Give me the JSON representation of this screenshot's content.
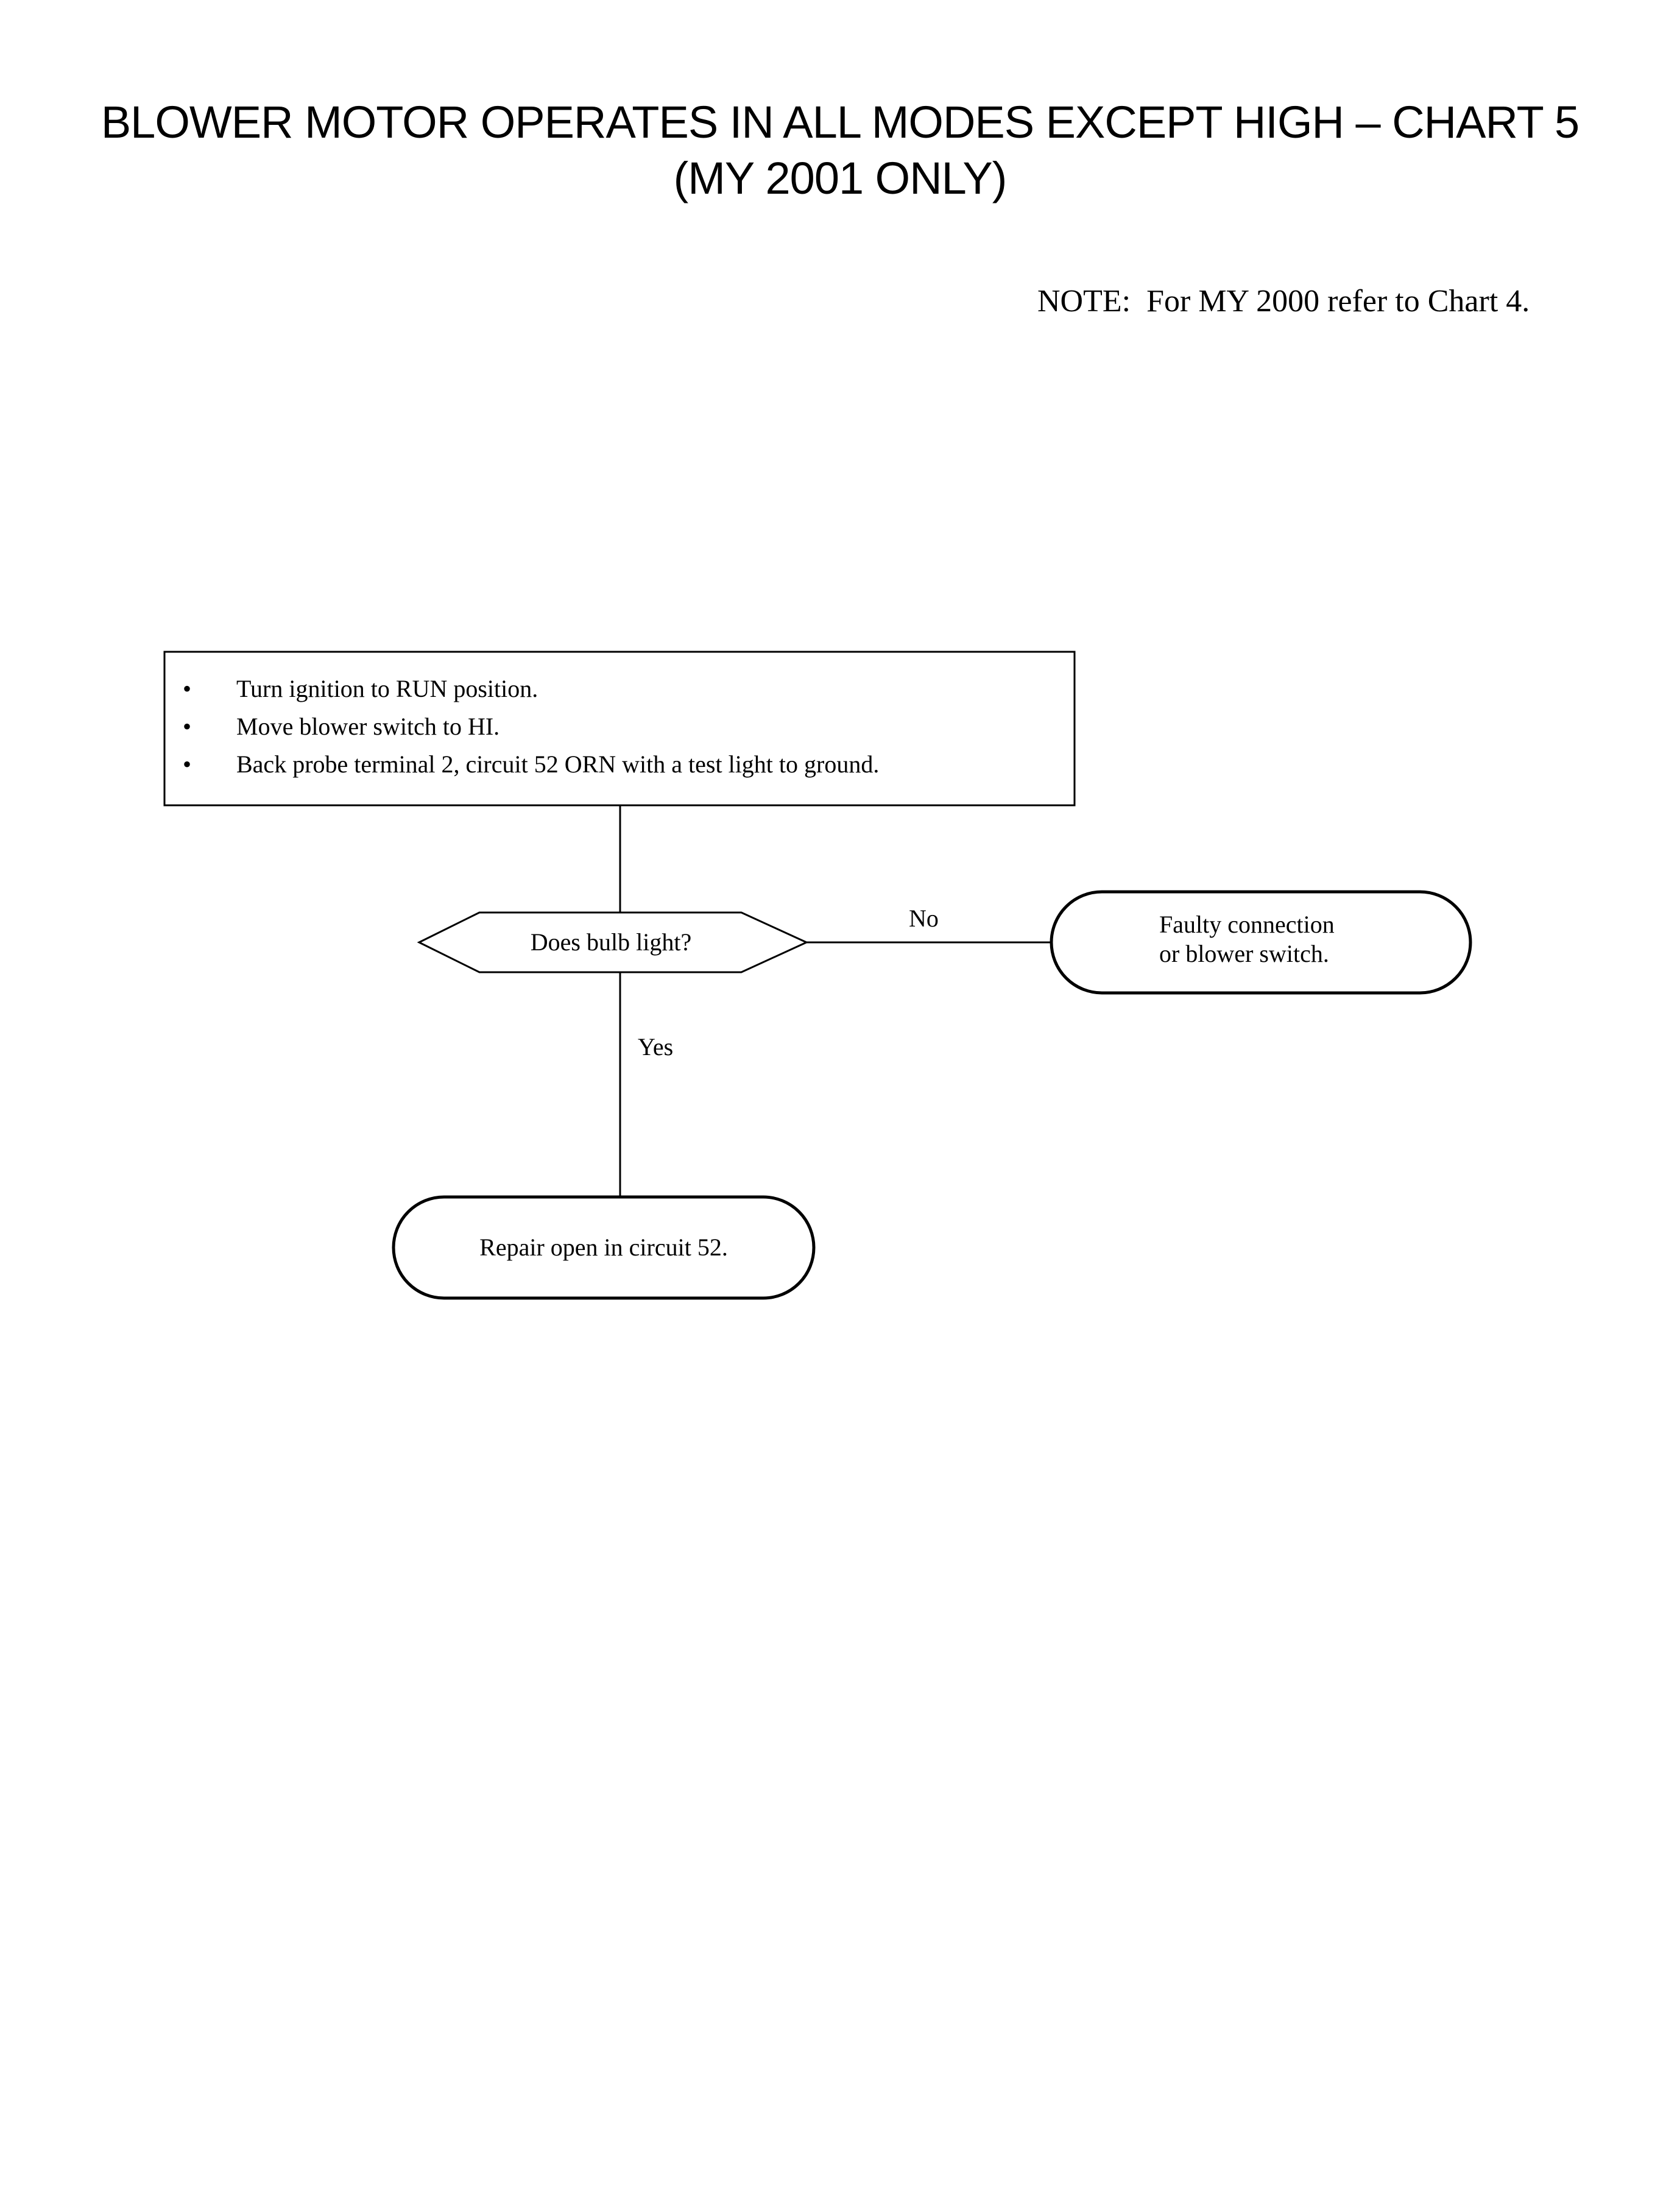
{
  "header": {
    "title_line1": "BLOWER MOTOR OPERATES IN ALL MODES EXCEPT HIGH – CHART 5",
    "title_line2": "(MY 2001 ONLY)",
    "note": "NOTE:  For MY 2000 refer to Chart 4."
  },
  "flowchart": {
    "step_box": {
      "items": [
        "Turn ignition to RUN position.",
        "Move blower switch to HI.",
        "Back probe terminal 2, circuit 52 ORN with a test light to ground."
      ]
    },
    "decision": {
      "label": "Does bulb light?",
      "no_label": "No",
      "yes_label": "Yes"
    },
    "outcome_no": {
      "line1": "Faulty connection",
      "line2": "or blower switch."
    },
    "outcome_yes": {
      "label": "Repair open in circuit 52."
    }
  }
}
